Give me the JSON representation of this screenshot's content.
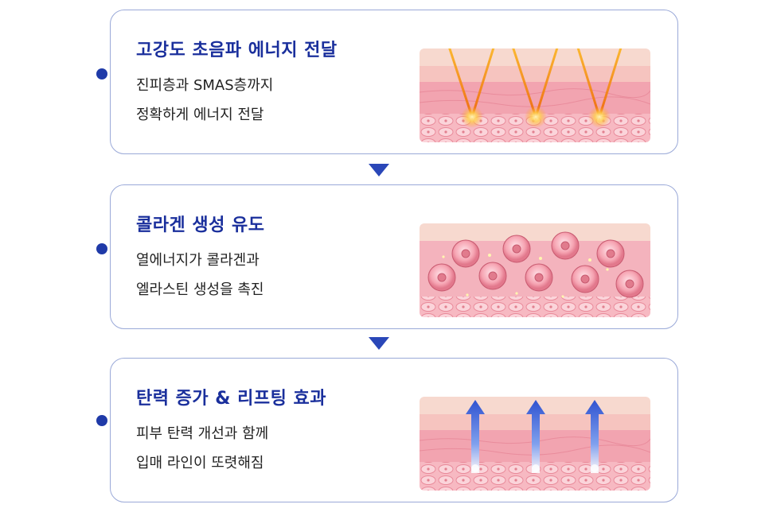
{
  "steps": [
    {
      "title": "고강도 초음파 에너지 전달",
      "line1": "진피층과 SMAS층까지",
      "line2": "정확하게 에너지 전달",
      "illustration": "ultrasound-beam-illustration"
    },
    {
      "title": "콜라겐 생성 유도",
      "line1": "열에너지가 콜라겐과",
      "line2": "엘라스틴 생성을 촉진",
      "illustration": "collagen-cells-illustration"
    },
    {
      "title": "탄력 증가 & 리프팅 효과",
      "line1": "피부 탄력 개선과 함께",
      "line2": "입매 라인이 또렷해짐",
      "illustration": "lifting-arrows-illustration"
    }
  ],
  "colors": {
    "accent": "#1a2f9c",
    "border": "#9aa9d8",
    "dot": "#1f3aa8",
    "skin": "#f2a9b4",
    "beam": "#f29a1a",
    "lift_arrow": "#3a64d8"
  },
  "icons": {
    "connector": "triangle-down-icon",
    "bullet": "dot-icon"
  }
}
